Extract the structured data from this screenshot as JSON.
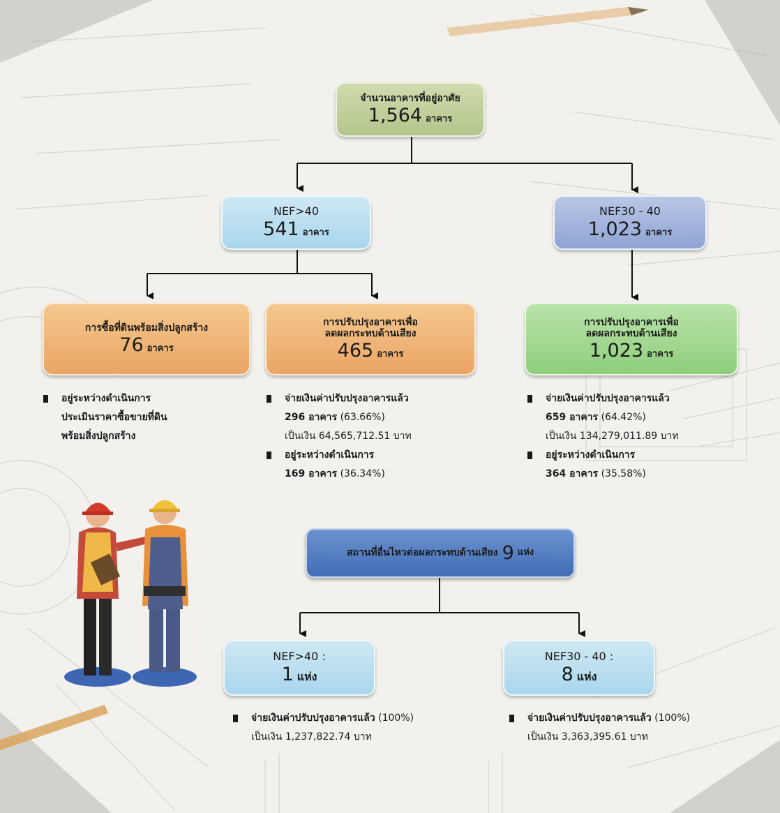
{
  "root": {
    "title": "จำนวนอาคารที่อยู่อาศัย",
    "count": "1,564",
    "unit": "อาคาร"
  },
  "nef40": {
    "title": "NEF>40",
    "count": "541",
    "unit": "อาคาร"
  },
  "nef30": {
    "title": "NEF30 - 40",
    "count": "1,023",
    "unit": "อาคาร"
  },
  "land": {
    "title": "การซื้อที่ดินพร้อมสิ่งปลูกสร้าง",
    "count": "76",
    "unit": "อาคาร",
    "notes": [
      "อยู่ระหว่างดำเนินการ",
      "ประเมินราคาซื้อขายที่ดิน",
      "พร้อมสิ่งปลูกสร้าง"
    ]
  },
  "improve40": {
    "title1": "การปรับปรุงอาคารเพื่อ",
    "title2": "ลดผลกระทบด้านเสียง",
    "count": "465",
    "unit": "อาคาร",
    "paid_label": "จ่ายเงินค่าปรับปรุงอาคารแล้ว",
    "paid_count": "296 อาคาร",
    "paid_pct": "(63.66%)",
    "paid_amount": "เป็นเงิน 64,565,712.51 บาท",
    "pending_label": "อยู่ระหว่างดำเนินการ",
    "pending_count": "169 อาคาร",
    "pending_pct": "(36.34%)"
  },
  "improve30": {
    "title1": "การปรับปรุงอาคารเพื่อ",
    "title2": "ลดผลกระทบด้านเสียง",
    "count": "1,023",
    "unit": "อาคาร",
    "paid_label": "จ่ายเงินค่าปรับปรุงอาคารแล้ว",
    "paid_count": "659 อาคาร",
    "paid_pct": "(64.42%)",
    "paid_amount": "เป็นเงิน 134,279,011.89 บาท",
    "pending_label": "อยู่ระหว่างดำเนินการ",
    "pending_count": "364 อาคาร",
    "pending_pct": "(35.58%)"
  },
  "sensitive": {
    "title": "สถานที่อื่นไหวต่อผลกระทบด้านเสียง",
    "count": "9",
    "unit": "แห่ง"
  },
  "site40": {
    "title": "NEF>40 :",
    "count": "1",
    "unit": "แห่ง",
    "paid_label": "จ่ายเงินค่าปรับปรุงอาคารแล้ว",
    "paid_pct": "(100%)",
    "paid_amount": "เป็นเงิน 1,237,822.74 บาท"
  },
  "site30": {
    "title": "NEF30 - 40 :",
    "count": "8",
    "unit": "แห่ง",
    "paid_label": "จ่ายเงินค่าปรับปรุงอาคารแล้ว",
    "paid_pct": "(100%)",
    "paid_amount": "เป็นเงิน 3,363,395.61 บาท"
  }
}
